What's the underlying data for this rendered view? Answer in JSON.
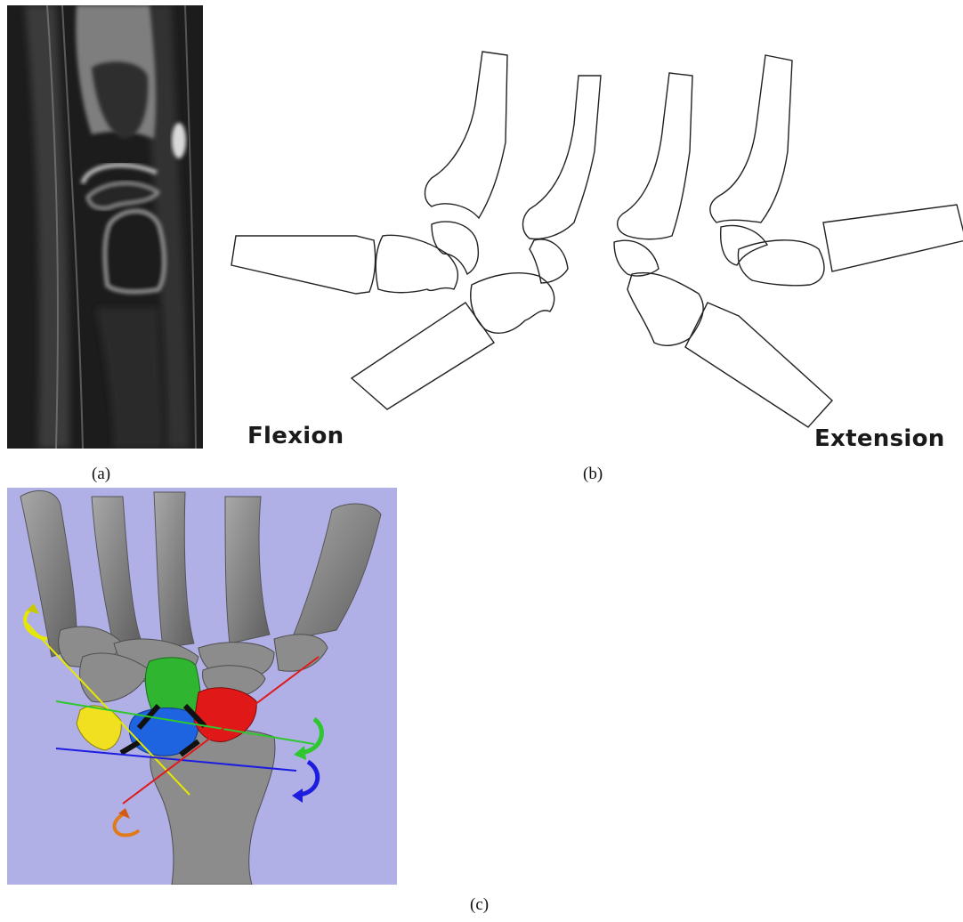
{
  "figure": {
    "panel_a": {
      "caption": "(a)",
      "image": "sagittal-wrist-mri"
    },
    "panel_b": {
      "caption": "(b)",
      "left_label": "Flexion",
      "right_label": "Extension",
      "image": "wrist-bone-outline-sequence"
    },
    "panel_c": {
      "caption": "(c)",
      "image": "3d-carpal-bone-rendering",
      "background_color": "#b0b0e6",
      "bone_colors": {
        "scaphoid": "#2fb52f",
        "lunate": "#1e63e0",
        "triquetrum": "#e01818",
        "pisiform": "#f0e020",
        "other_bones": "#8c8c8c"
      },
      "axis_colors": [
        "#e7e800",
        "#2ec72e",
        "#1d1de0",
        "#e01a1a"
      ]
    }
  }
}
